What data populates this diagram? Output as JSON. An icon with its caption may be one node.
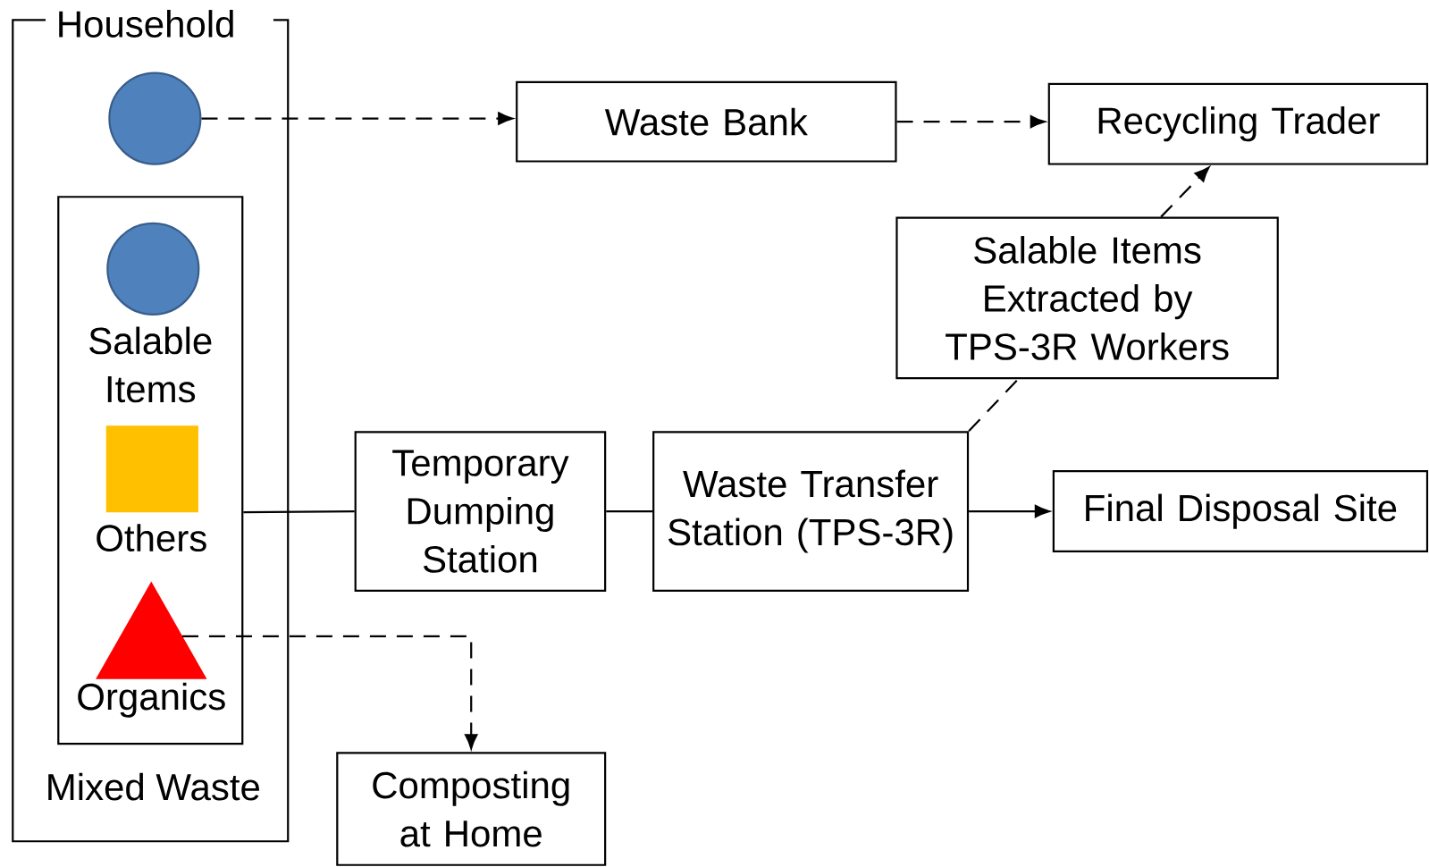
{
  "diagram": {
    "nodes": [
      {
        "text": [
          "Household"
        ]
      },
      {
        "text": [],
        "shape": "circle",
        "in": 0
      },
      {
        "text": [
          "Mixed Waste"
        ],
        "in": 0
      },
      {
        "text": [
          "Salable Items"
        ],
        "in": 2
      },
      {
        "text": [
          "Others"
        ],
        "in": 2
      },
      {
        "text": [
          "Organics"
        ],
        "in": 2
      },
      {
        "text": [
          "Waste Bank"
        ]
      },
      {
        "text": [
          "Recycling Trader"
        ]
      },
      {
        "text": [
          "Salable Items Extracted by TPS-3R Workers"
        ]
      },
      {
        "text": [
          "Temporary Dumping Station"
        ]
      },
      {
        "text": [
          "Waste Transfer Station (TPS-3R)"
        ]
      },
      {
        "text": [
          "Final Disposal Site"
        ]
      },
      {
        "text": [
          "Composting at Home"
        ]
      }
    ],
    "edges": [
      {
        "from": 1,
        "to": 6,
        "arrow": "to",
        "style": "dashed"
      },
      {
        "from": 6,
        "to": 7,
        "arrow": "to",
        "style": "dashed"
      },
      {
        "from": 10,
        "to": 8,
        "arrow": "none",
        "style": "dashed"
      },
      {
        "from": 8,
        "to": 7,
        "arrow": "to",
        "style": "dashed"
      },
      {
        "from": 2,
        "to": 9,
        "arrow": "none"
      },
      {
        "from": 9,
        "to": 10,
        "arrow": "none"
      },
      {
        "from": 10,
        "to": 11,
        "arrow": "to"
      },
      {
        "from": 5,
        "to": 12,
        "arrow": "to",
        "style": "dashed"
      }
    ]
  }
}
